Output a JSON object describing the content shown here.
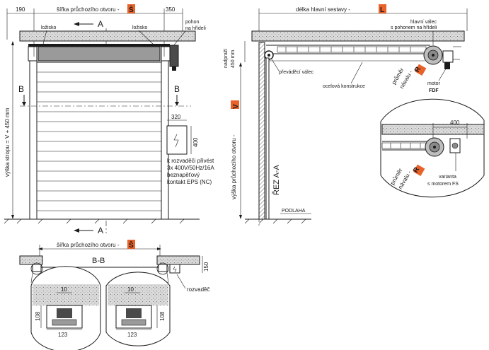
{
  "front": {
    "dim_left": "190",
    "dim_opening": "šířka průchozího otvoru -",
    "dim_opening_badge": "Š",
    "dim_right": "350",
    "bearing_left": "ložisko",
    "bearing_right": "ložisko",
    "section_a": "A",
    "drive": "pohon",
    "drive2": "na hřídeli",
    "ceiling_height": "výška stropu = V + 450 mm",
    "section_b_left": "B",
    "section_b_right": "B",
    "box_w": "320",
    "box_h": "400",
    "note1": "k rozvaděči přivést",
    "note2": "3x 400V/50Hz/16A",
    "note3": "beznapěťový",
    "note4": "kontakt EPS (NC)",
    "section_a_bottom": "A"
  },
  "side": {
    "length": "délka hlavní sestavy -",
    "length_badge": "L",
    "lintel1": "nadpraží",
    "lintel2": "450 mm",
    "main_roller1": "hlavní válec",
    "main_roller2": "s pohonem na hřídeli",
    "guide_roller": "převáděcí válec",
    "steel": "ocelová konstrukce",
    "diameter1": "průměr",
    "diameter2": "návalu -",
    "diameter_badge": "R",
    "motor1": "motor",
    "motor2": "FDF",
    "opening_height": "výška průchozího otvoru -",
    "opening_height_badge": "V",
    "section_label": "ŘEZ A-A",
    "floor": "PODLAHA"
  },
  "variant": {
    "dim": "400",
    "diameter1": "průměr",
    "diameter2": "návalu -",
    "diameter_badge": "R",
    "variant1": "varianta",
    "variant2": "s motorem FS"
  },
  "bottom": {
    "dim_opening": "šířka průchozího otvoru -",
    "dim_opening_badge": "Š",
    "section": "B-B",
    "dim_150": "150",
    "switchboard": "rozvaděč",
    "d10_left": "10",
    "d108_left": "108",
    "d123_left": "123",
    "d10_right": "10",
    "d108_right": "108",
    "d123_right": "123"
  }
}
